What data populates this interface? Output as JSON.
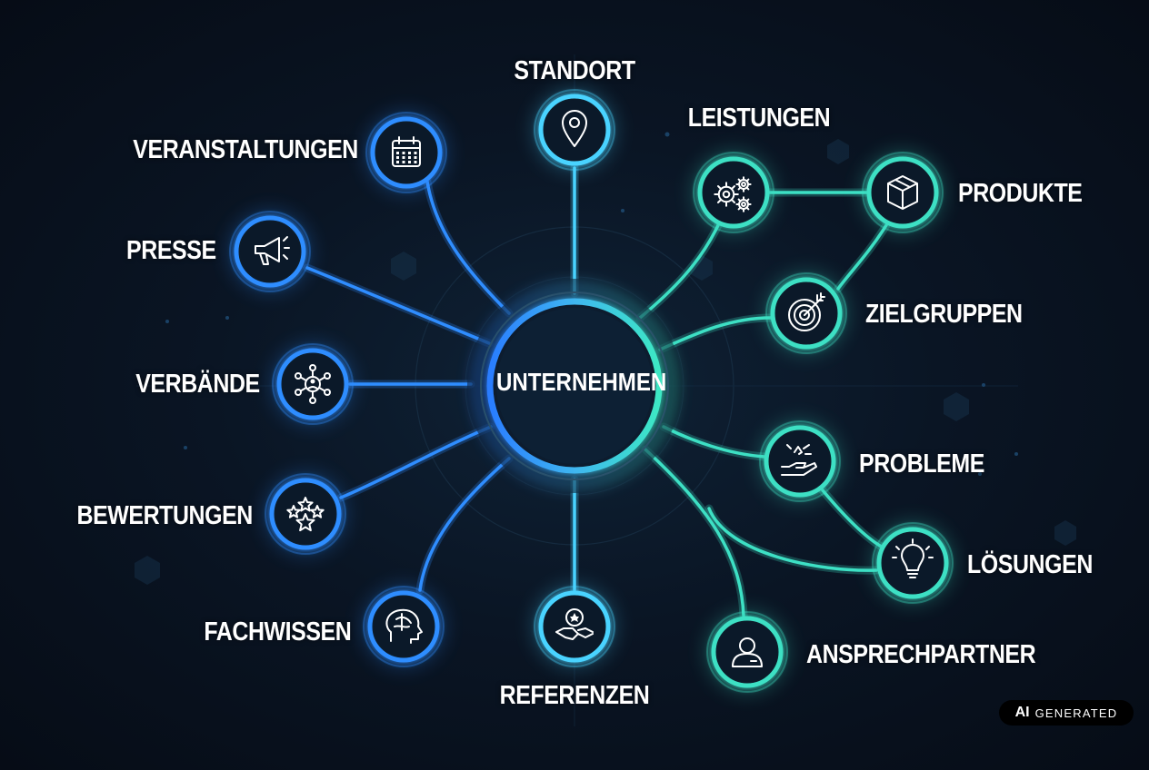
{
  "center": {
    "label": "UNTERNEHMEN"
  },
  "nodes": [
    {
      "id": "standort",
      "label": "STANDORT",
      "icon": "map-pin-icon"
    },
    {
      "id": "veranstaltungen",
      "label": "VERANSTALTUNGEN",
      "icon": "calendar-icon"
    },
    {
      "id": "presse",
      "label": "PRESSE",
      "icon": "megaphone-icon"
    },
    {
      "id": "verbaende",
      "label": "VERBÄNDE",
      "icon": "network-icon"
    },
    {
      "id": "bewertungen",
      "label": "BEWERTUNGEN",
      "icon": "stars-icon"
    },
    {
      "id": "fachwissen",
      "label": "FACHWISSEN",
      "icon": "brain-icon"
    },
    {
      "id": "referenzen",
      "label": "REFERENZEN",
      "icon": "handshake-icon"
    },
    {
      "id": "ansprechpartner",
      "label": "ANSPRECHPARTNER",
      "icon": "person-icon"
    },
    {
      "id": "loesungen",
      "label": "LÖSUNGEN",
      "icon": "lightbulb-icon"
    },
    {
      "id": "probleme",
      "label": "PROBLEME",
      "icon": "hand-problem-icon"
    },
    {
      "id": "zielgruppen",
      "label": "ZIELGRUPPEN",
      "icon": "target-icon"
    },
    {
      "id": "produkte",
      "label": "PRODUKTE",
      "icon": "box-icon"
    },
    {
      "id": "leistungen",
      "label": "LEISTUNGEN",
      "icon": "gears-icon"
    }
  ],
  "colors": {
    "blue": "#2f8dff",
    "teal": "#3de0c4",
    "cyan": "#49d3ff"
  },
  "badge": {
    "ai": "AI",
    "text": "GENERATED"
  }
}
